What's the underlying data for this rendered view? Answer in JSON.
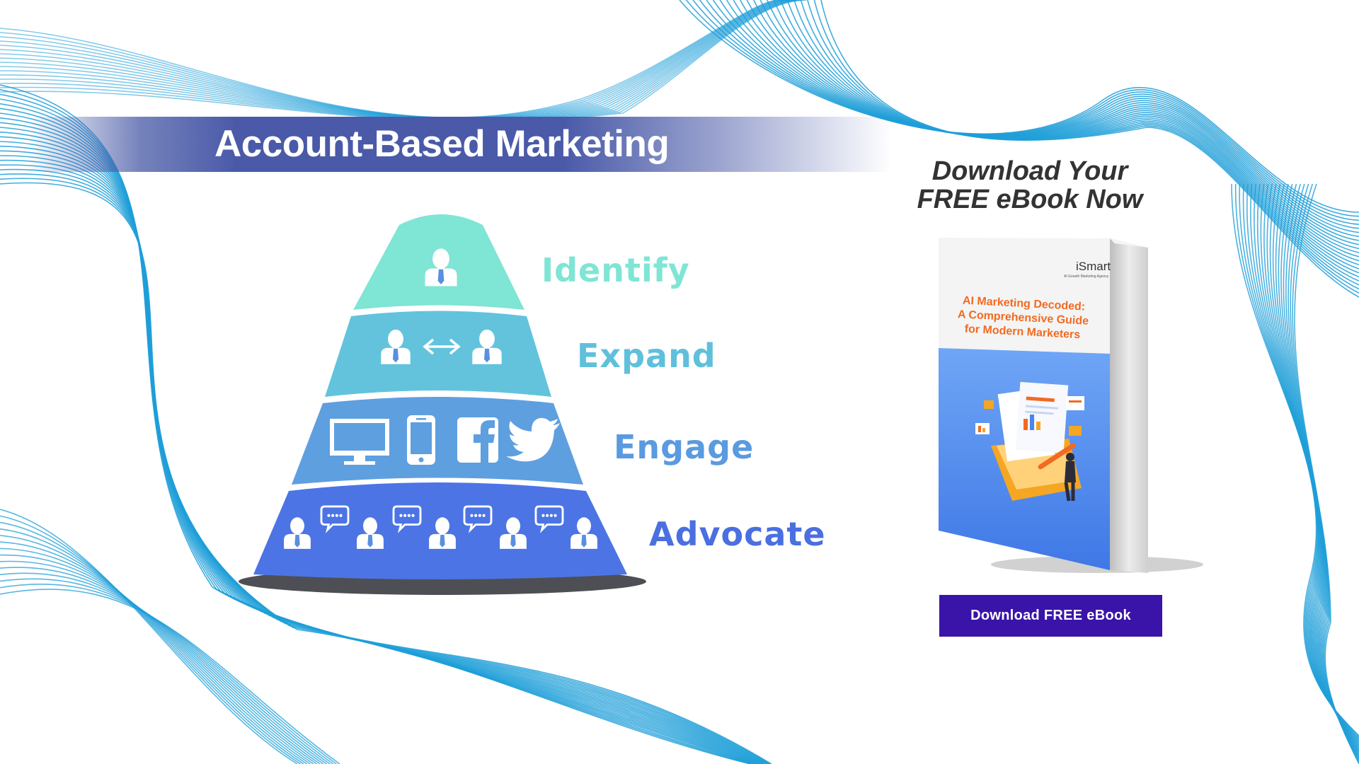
{
  "title": "Account-Based Marketing",
  "pyramid": {
    "steps": [
      {
        "label": "Identify",
        "color": "#7fe5d4",
        "label_color": "#7fe5d4"
      },
      {
        "label": "Expand",
        "color": "#63c3dc",
        "label_color": "#5fc0dc"
      },
      {
        "label": "Engage",
        "color": "#5e9fe0",
        "label_color": "#5a9ae0"
      },
      {
        "label": "Advocate",
        "color": "#4c74e4",
        "label_color": "#4a6fe0"
      }
    ],
    "icons": {
      "identify": [
        "person-icon"
      ],
      "expand": [
        "person-icon",
        "bidirectional-arrow-icon",
        "person-icon"
      ],
      "engage": [
        "desktop-monitor-icon",
        "smartphone-icon",
        "facebook-icon",
        "twitter-icon"
      ],
      "advocate": [
        "person-icon",
        "speech-bubble-icon",
        "person-icon",
        "speech-bubble-icon",
        "person-icon",
        "speech-bubble-icon",
        "person-icon",
        "speech-bubble-icon",
        "person-icon"
      ]
    },
    "base_color": "#4d4f55"
  },
  "promo": {
    "heading_line1": "Download Your",
    "heading_line2": "FREE eBook Now",
    "ebook": {
      "brand": "iSmart",
      "brand_tagline": "AI Growth Marketing Agency",
      "cover_title_line1": "AI Marketing Decoded:",
      "cover_title_line2": "A Comprehensive Guide",
      "cover_title_line3": "for Modern Marketers",
      "cover_accent": "#f26a21",
      "cover_blue": "#4a84ee"
    },
    "button_label": "Download FREE eBook",
    "button_color": "#3a14a8"
  },
  "colors": {
    "banner": "#4a5aa8",
    "waves": "#1f9fd8"
  }
}
